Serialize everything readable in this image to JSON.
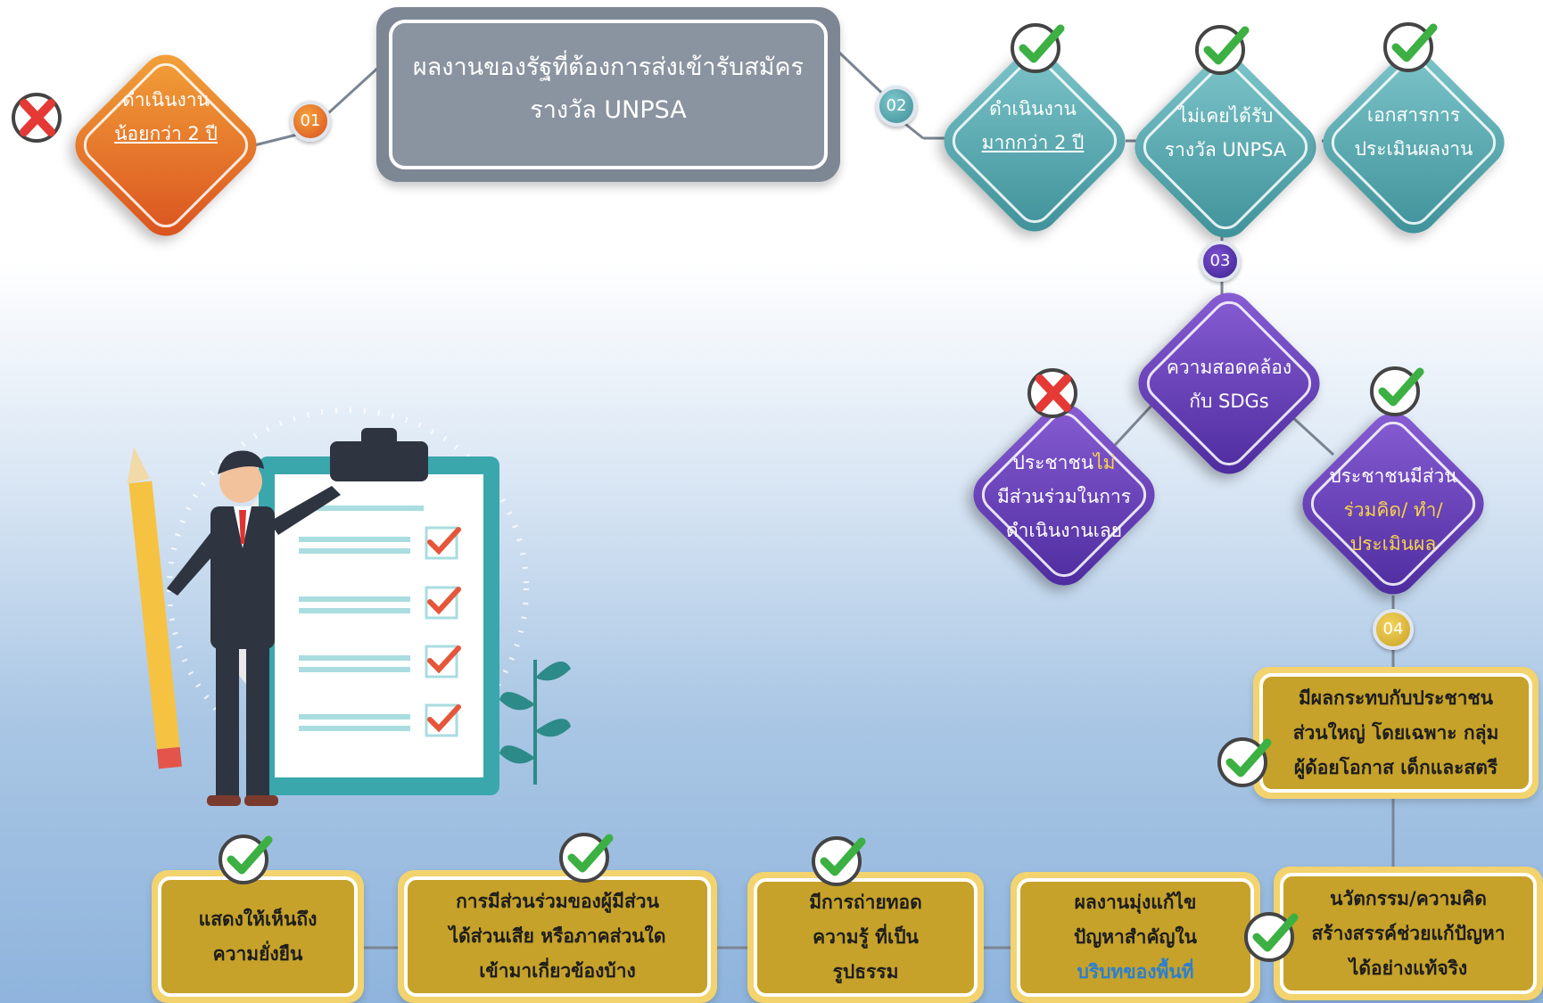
{
  "title": {
    "line1": "ผลงานของรัฐที่ต้องการส่งเข้ารับสมัคร",
    "line2": "รางวัล UNPSA"
  },
  "steps": {
    "s1": "01",
    "s2": "02",
    "s3": "03",
    "s4": "04"
  },
  "stage1": {
    "line1": "ดำเนินงาน",
    "line2": "น้อยกว่า 2 ปี",
    "status": "rejected"
  },
  "stage2": [
    {
      "line1": "ดำเนินงาน",
      "line2": "มากกว่า 2 ปี",
      "status": "accepted"
    },
    {
      "line1": "ไม่เคยได้รับ",
      "line2": "รางวัล UNPSA",
      "status": "accepted"
    },
    {
      "line1": "เอกสารการ",
      "line2": "ประเมินผลงาน",
      "status": "accepted"
    }
  ],
  "stage3": {
    "sdg": {
      "line1": "ความสอดคล้อง",
      "line2": "กับ SDGs"
    },
    "no": {
      "line1a": "ประชาชน",
      "line1b": "ไม่",
      "line2": "มีส่วนร่วมในการ",
      "line3": "ดำเนินงานเลย",
      "status": "rejected"
    },
    "yes": {
      "line1": "ประชาชนมีส่วน",
      "line2": "ร่วมคิด/ ทำ/",
      "line3": "ประเมินผล",
      "status": "accepted"
    }
  },
  "stage4": {
    "impact": {
      "line1": "มีผลกระทบกับประชาชน",
      "line2": "ส่วนใหญ่ โดยเฉพาะ กลุ่ม",
      "line3": "ผู้ด้อยโอกาส เด็กและสตรี",
      "status": "accepted"
    },
    "innovation": {
      "line1": "นวัตกรรม/ความคิด",
      "line2": "สร้างสรรค์ช่วยแก้ปัญหา",
      "line3": "ได้อย่างแท้จริง",
      "status": "accepted"
    },
    "problem": {
      "line1": "ผลงานมุ่งแก้ไข",
      "line2": "ปัญหาสำคัญใน",
      "line3": "บริบทของพื้นที่"
    },
    "knowledge": {
      "line1": "มีการถ่ายทอด",
      "line2": "ความรู้ ที่เป็น",
      "line3": "รูปธรรม",
      "status": "accepted"
    },
    "participation": {
      "line1": "การมีส่วนร่วมของผู้มีส่วน",
      "line2": "ได้ส่วนเสีย หรือภาคส่วนใด",
      "line3": "เข้ามาเกี่ยวข้องบ้าง",
      "status": "accepted"
    },
    "sustain": {
      "line1": "แสดงให้เห็นถึง",
      "line2": "ความยั่งยืน",
      "status": "accepted"
    }
  },
  "colors": {
    "orange": "#e8742b",
    "teal": "#5fb1b8",
    "purple": "#5e3bb5",
    "gold": "#c6a22a",
    "check": "#3cb043",
    "cross": "#e53935"
  }
}
